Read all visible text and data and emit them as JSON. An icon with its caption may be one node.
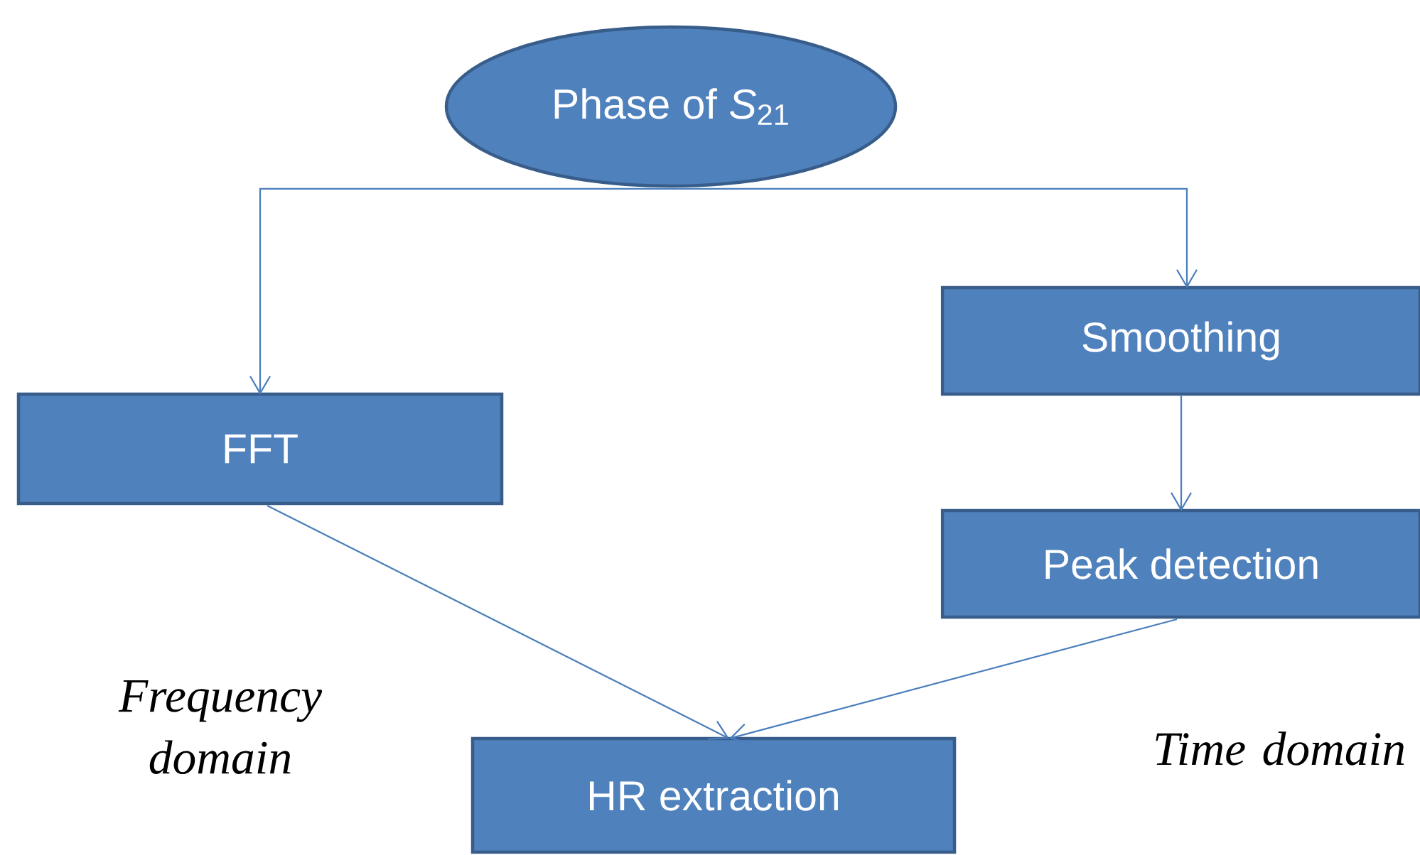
{
  "diagram": {
    "nodes": [
      {
        "text": [
          "Phase of *S*$_{21}$"
        ]
      },
      {
        "text": [
          "FFT"
        ]
      },
      {
        "text": [
          "Smoothing"
        ]
      },
      {
        "text": [
          "Peak detection"
        ]
      },
      {
        "text": [
          "HR extraction"
        ]
      }
    ],
    "edges": [
      {
        "from": 0,
        "to": 1,
        "arrow": "to"
      },
      {
        "from": 0,
        "to": 2,
        "arrow": "to"
      },
      {
        "from": 2,
        "to": 3,
        "arrow": "to"
      },
      {
        "from": 1,
        "to": 4,
        "arrow": "to"
      },
      {
        "from": 3,
        "to": 4,
        "arrow": "to"
      }
    ],
    "labels": [
      "Frequency domain",
      "Time domain"
    ]
  }
}
